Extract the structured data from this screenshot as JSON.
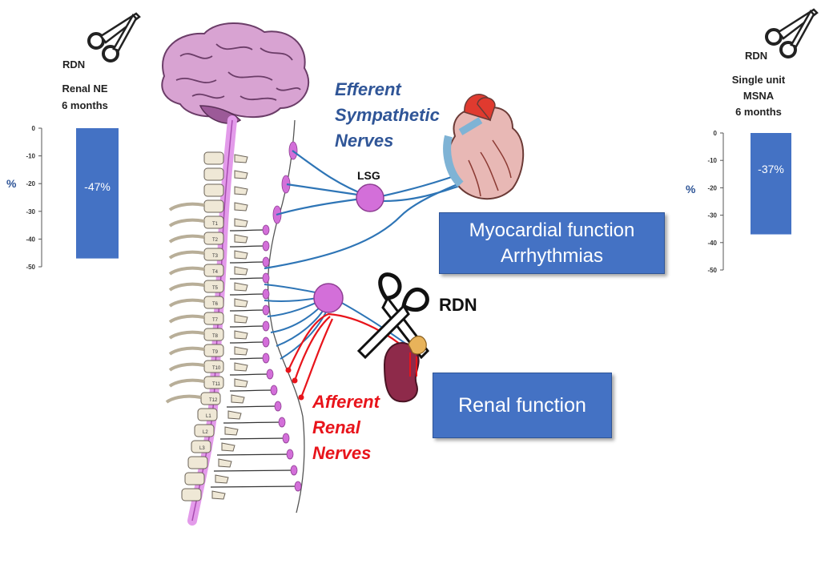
{
  "left_chart": {
    "rdn_label": "RDN",
    "title_line1": "Renal NE",
    "title_line2": "6 months",
    "axis_unit": "%",
    "value_label": "-47%"
  },
  "right_chart": {
    "rdn_label": "RDN",
    "title_line1": "Single unit",
    "title_line2": "MSNA",
    "title_line3": "6 months",
    "axis_unit": "%",
    "value_label": "-37%"
  },
  "chart_data": [
    {
      "type": "bar",
      "categories": [
        ""
      ],
      "values": [
        -47
      ],
      "ylim": [
        -50,
        0
      ],
      "yticks": [
        "0",
        "-10",
        "-20",
        "-30",
        "-40",
        "-50"
      ],
      "ylabel": "%",
      "title": "Renal NE 6 months",
      "data_labels": [
        "-47%"
      ],
      "color": "#4472c4"
    },
    {
      "type": "bar",
      "categories": [
        ""
      ],
      "values": [
        -37
      ],
      "ylim": [
        -50,
        0
      ],
      "yticks": [
        "0",
        "-10",
        "-20",
        "-30",
        "-40",
        "-50"
      ],
      "ylabel": "%",
      "title": "Single unit MSNA 6 months",
      "data_labels": [
        "-37%"
      ],
      "color": "#4472c4"
    }
  ],
  "labels": {
    "efferent_line1": "Efferent",
    "efferent_line2": "Sympathetic",
    "efferent_line3": "Nerves",
    "lsg": "LSG",
    "rdn_center": "RDN",
    "afferent_line1": "Afferent",
    "afferent_line2": "Renal",
    "afferent_line3": "Nerves"
  },
  "spine_labels": [
    "T1",
    "T2",
    "T3",
    "T4",
    "T5",
    "T6",
    "T7",
    "T8",
    "T9",
    "T10",
    "T11",
    "T12",
    "L1",
    "L2",
    "L3"
  ],
  "boxes": {
    "myocardial_line1": "Myocardial function",
    "myocardial_line2": "Arrhythmias",
    "renal": "Renal function"
  },
  "colors": {
    "bar": "#4472c4",
    "efferent_text": "#2f5597",
    "afferent_text": "#e8141b",
    "nerve_blue": "#2e75b6",
    "nerve_red": "#e8141b",
    "ganglion": "#d36fd9",
    "spinal_cord": "#e39bea",
    "vertebra": "#efe8d6"
  },
  "icons": [
    "scissors-icon",
    "brain-icon",
    "heart-icon",
    "kidney-icon"
  ]
}
